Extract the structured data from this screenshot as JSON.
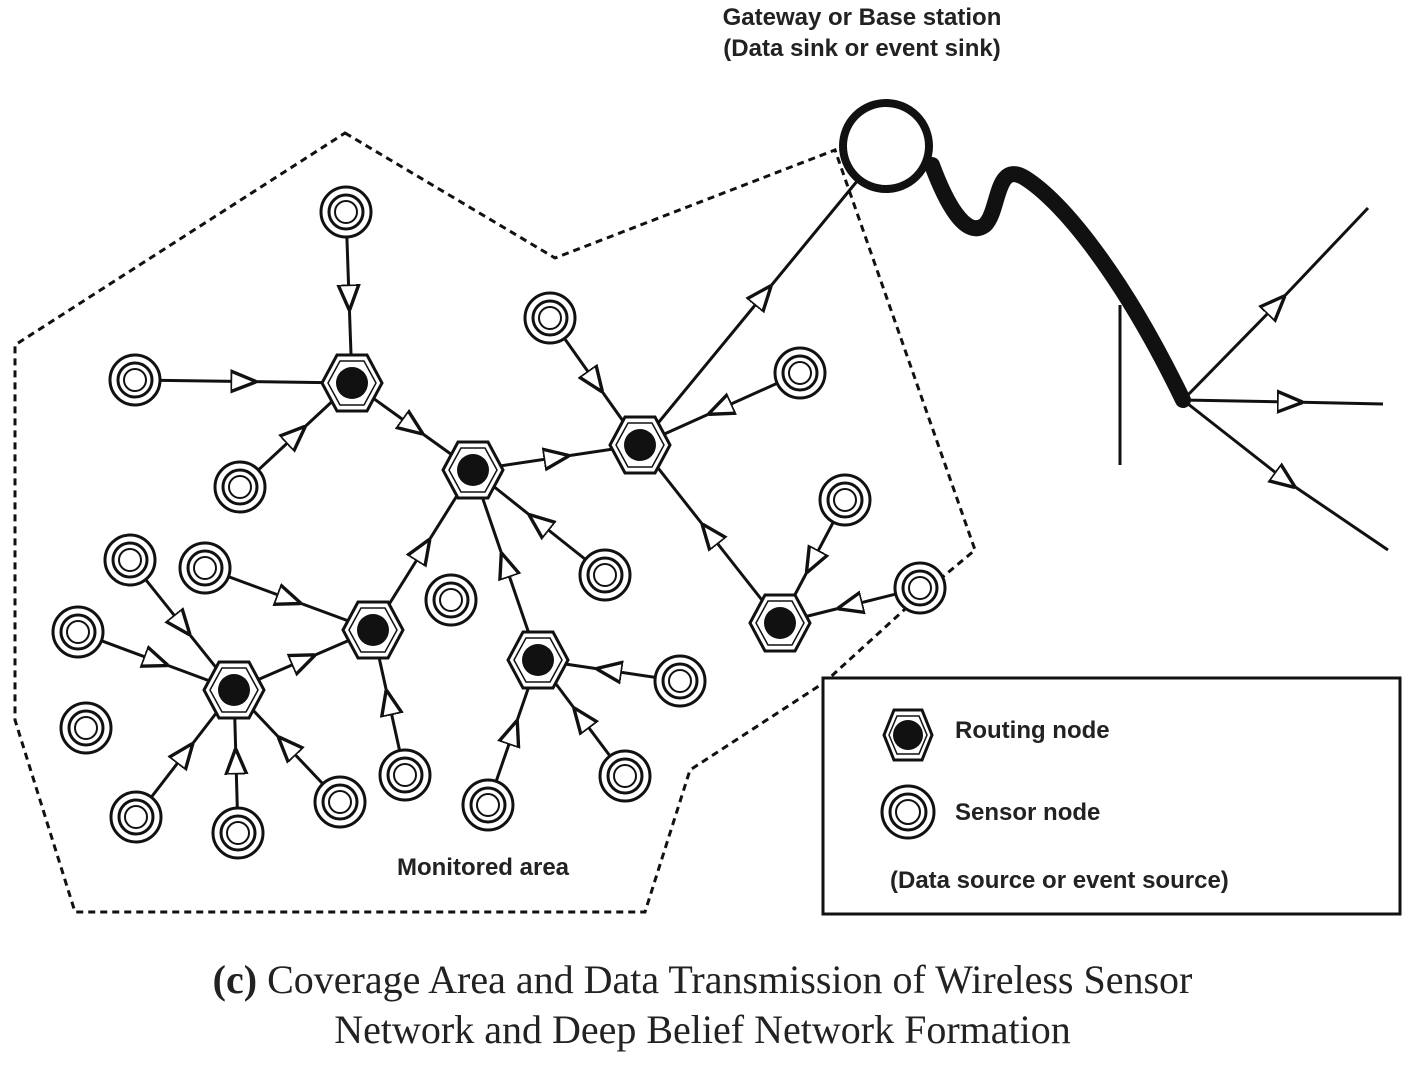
{
  "gateway": {
    "title": "Gateway or Base station",
    "subtitle": "(Data sink or event sink)"
  },
  "area_label": "Monitored area",
  "legend": {
    "routing_label": "Routing node",
    "sensor_label": "Sensor node",
    "source_label": "(Data source or event source)"
  },
  "caption": {
    "prefix": "(c)",
    "line1": "Coverage Area and Data Transmission of Wireless Sensor",
    "line2": "Network and Deep Belief Network Formation"
  },
  "colors": {
    "ink": "#111111",
    "background": "#ffffff"
  }
}
